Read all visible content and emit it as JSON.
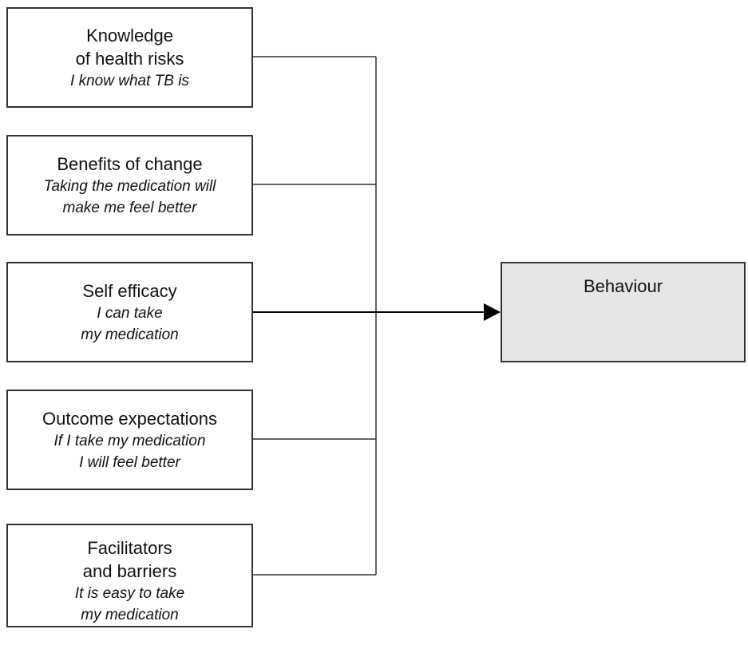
{
  "diagram": {
    "inputs": [
      {
        "title_lines": [
          "Knowledge",
          "of health risks"
        ],
        "example_lines": [
          "I know what TB is"
        ]
      },
      {
        "title_lines": [
          "Benefits of change"
        ],
        "example_lines": [
          "Taking the medication will",
          "make me feel better"
        ]
      },
      {
        "title_lines": [
          "Self efficacy"
        ],
        "example_lines": [
          "I can take",
          "my medication"
        ]
      },
      {
        "title_lines": [
          "Outcome expectations"
        ],
        "example_lines": [
          "If I take my medication",
          "I will feel better"
        ]
      },
      {
        "title_lines": [
          "Facilitators",
          "and barriers"
        ],
        "example_lines": [
          "It is easy to take",
          "my medication"
        ]
      }
    ],
    "output": {
      "title": "Behaviour"
    },
    "colors": {
      "box_border": "#333333",
      "output_fill": "#e6e6e6",
      "line": "#333333",
      "arrow": "#000000"
    }
  }
}
